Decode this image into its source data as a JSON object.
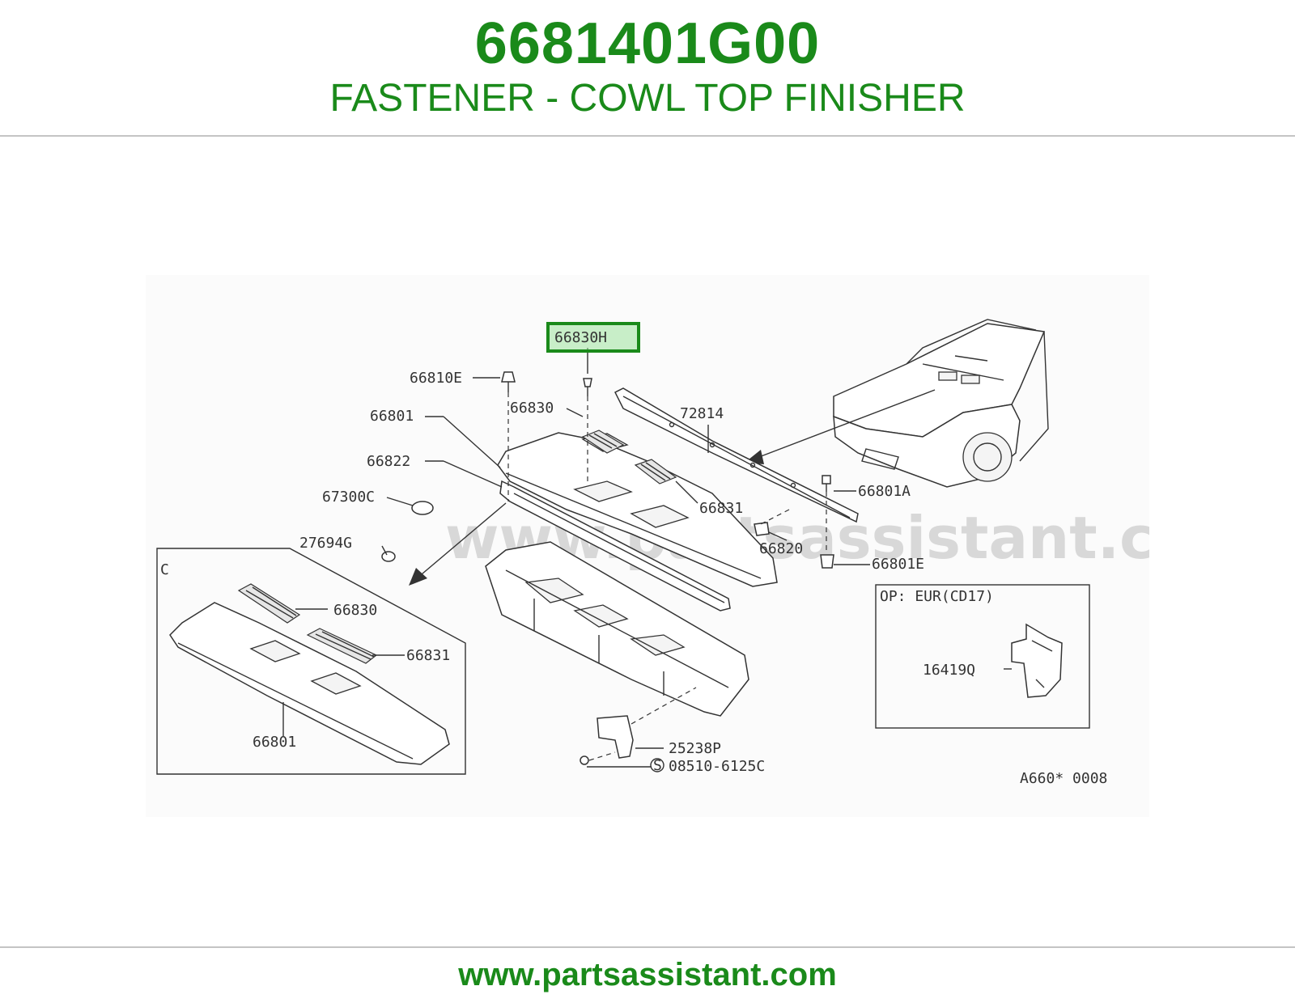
{
  "header": {
    "part_number": "6681401G00",
    "part_name": "FASTENER - COWL TOP FINISHER"
  },
  "diagram": {
    "highlighted_label": "66830H",
    "watermark": "www.partsassistant.com",
    "labels": {
      "l66810E": "66810E",
      "l66830a": "66830",
      "l66801a": "66801",
      "l72814": "72814",
      "l66822": "66822",
      "l67300C": "67300C",
      "l66831a": "66831",
      "l66801A": "66801A",
      "l27694G": "27694G",
      "l66820": "66820",
      "l66801E": "66801E",
      "lC": "C",
      "l66830b": "66830",
      "l66831b": "66831",
      "l66801b": "66801",
      "l25238P": "25238P",
      "lS": "S",
      "l08510": "08510-6125C",
      "lOP": "OP: EUR(CD17)",
      "l16419Q": "16419Q",
      "lcode": "A660* 0008"
    }
  },
  "footer": {
    "url": "www.partsassistant.com"
  },
  "colors": {
    "brand_green": "#1a8a1a",
    "highlight_fill": "#9fe39f"
  }
}
